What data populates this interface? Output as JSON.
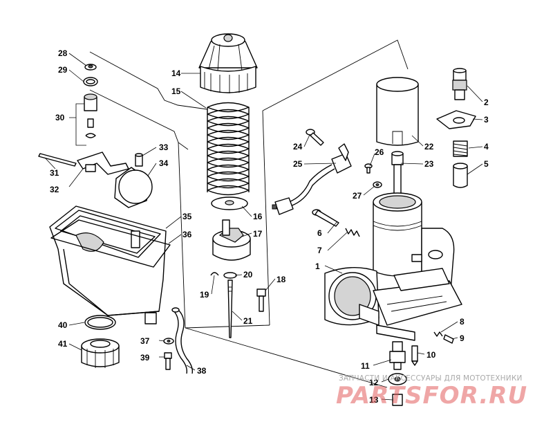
{
  "callouts": [
    "1",
    "2",
    "3",
    "4",
    "5",
    "6",
    "7",
    "8",
    "9",
    "10",
    "11",
    "12",
    "13",
    "14",
    "15",
    "16",
    "17",
    "18",
    "19",
    "20",
    "21",
    "22",
    "23",
    "24",
    "25",
    "26",
    "27",
    "28",
    "29",
    "30",
    "31",
    "32",
    "33",
    "34",
    "35",
    "36",
    "37",
    "38",
    "39",
    "40",
    "41"
  ],
  "watermark": {
    "line1": "ЗАПЧАСТИ И АКСЕССУАРЫ ДЛЯ МОТОТЕХНИКИ",
    "brand": "PARTSFOR.RU",
    "brand_color": "#e25c5c"
  }
}
